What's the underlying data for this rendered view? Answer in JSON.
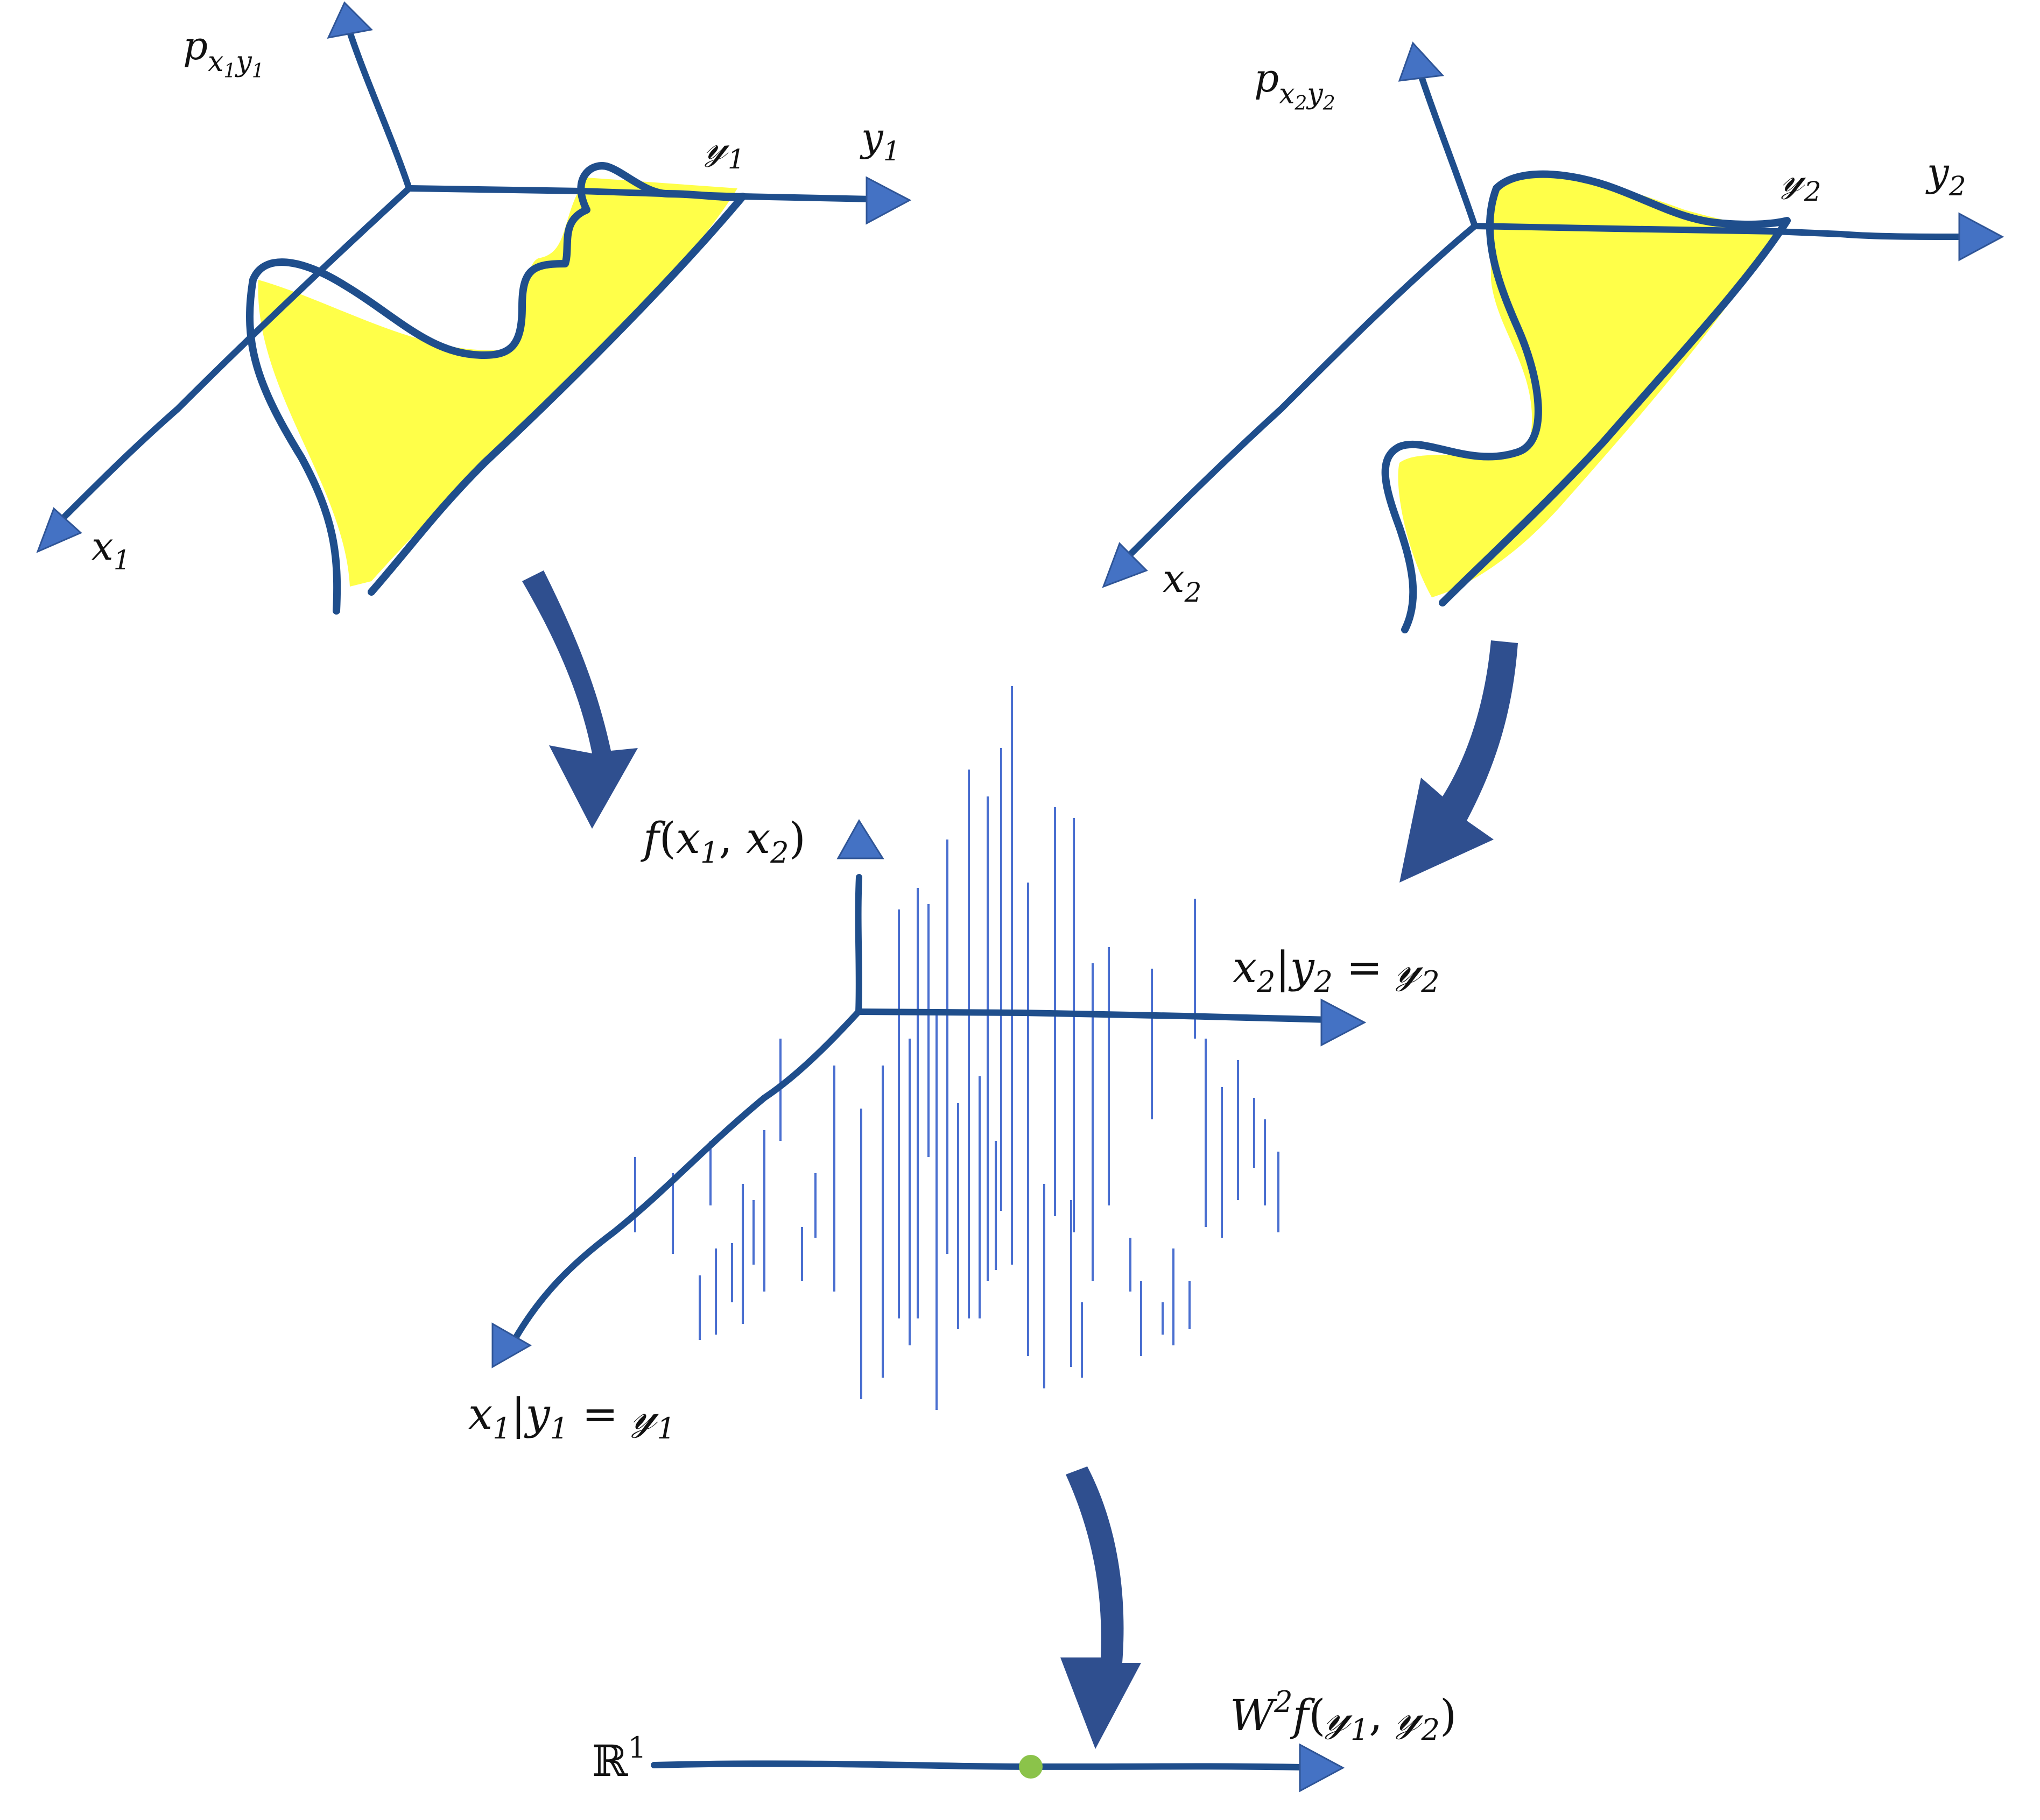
{
  "diagram": {
    "left_panel": {
      "axis_x_label": {
        "base": "x",
        "sub": "1"
      },
      "axis_y_label": {
        "base": "y",
        "sub": "1"
      },
      "axis_p_label": {
        "base": "p",
        "sub1": "x",
        "sub1sub": "1",
        "sub2": "y",
        "sub2sub": "1"
      },
      "point_label": {
        "base": "𝓎",
        "sub": "1"
      }
    },
    "right_panel": {
      "axis_x_label": {
        "base": "x",
        "sub": "2"
      },
      "axis_y_label": {
        "base": "y",
        "sub": "2"
      },
      "axis_p_label": {
        "base": "p",
        "sub1": "x",
        "sub1sub": "2",
        "sub2": "y",
        "sub2sub": "2"
      },
      "point_label": {
        "base": "𝓎",
        "sub": "2"
      }
    },
    "middle_panel": {
      "vertical_label": {
        "f": "f",
        "open": "(",
        "x": "x",
        "s1": "1",
        "comma": ", ",
        "x2": "x",
        "s2": "2",
        "close": ")"
      },
      "right_axis_label": {
        "x": "x",
        "s": "2",
        "bar": "|",
        "y": "y",
        "s2": "2",
        "eq": " = ",
        "cy": "𝓎",
        "s3": "2"
      },
      "left_axis_label": {
        "x": "x",
        "s": "1",
        "bar": "|",
        "y": "y",
        "s2": "1",
        "eq": " = ",
        "cy": "𝓎",
        "s3": "1"
      }
    },
    "bottom_panel": {
      "space_label": {
        "base": "ℝ",
        "sup": "1"
      },
      "output_label": {
        "W": "W",
        "sup": "2",
        "f": "f",
        "open": "(",
        "y1": "𝓎",
        "s1": "1",
        "comma": ", ",
        "y2": "𝓎",
        "s2": "2",
        "close": ")"
      },
      "point_color": "#8bc34a"
    },
    "colors": {
      "curve": "#1f4e8c",
      "fill": "#ffff3a",
      "arrow": "#2f4f8f",
      "axis_head": "#4472c4"
    }
  }
}
